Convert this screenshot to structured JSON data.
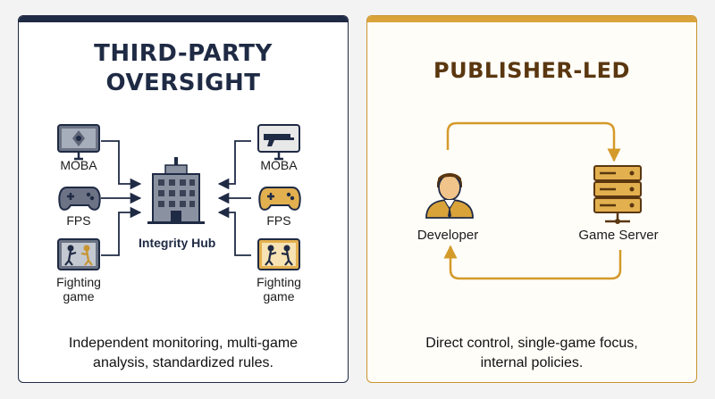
{
  "left_panel": {
    "title_line1": "THIRD-PARTY",
    "title_line2": "OVERSIGHT",
    "hub_label": "Integrity Hub",
    "left_games": [
      "MOBA",
      "FPS",
      "Fighting game"
    ],
    "right_games": [
      "MOBA",
      "FPS",
      "Fighting game"
    ],
    "caption_line1": "Independent monitoring, multi-game",
    "caption_line2": "analysis, standardized rules."
  },
  "right_panel": {
    "title": "PUBLISHER-LED",
    "developer_label": "Developer",
    "server_label": "Game Server",
    "caption_line1": "Direct control, single-game focus,",
    "caption_line2": "internal policies."
  },
  "colors": {
    "navy": "#1f2a44",
    "gold": "#d9a33a",
    "brown": "#5a3710"
  }
}
